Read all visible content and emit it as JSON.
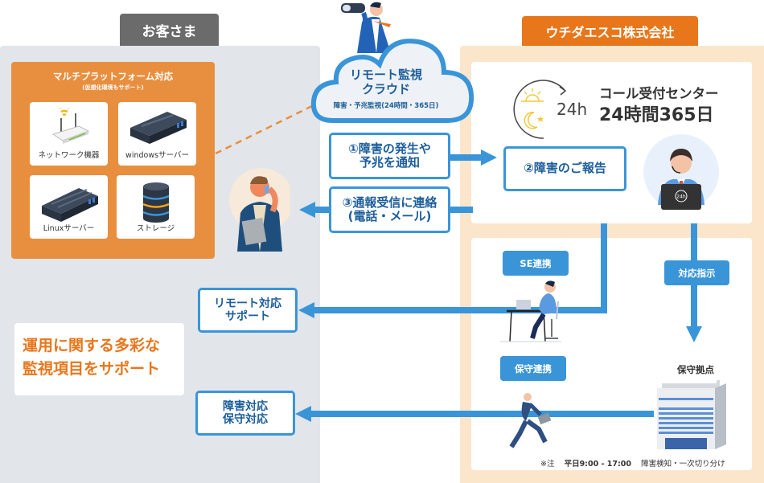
{
  "customer": {
    "tab_label": "お客さま",
    "platform": {
      "title": "マルチプラットフォーム対応",
      "subtitle": "(仮想化環境もサポート)",
      "devices": [
        {
          "label": "ネットワーク機器",
          "icon": "router-icon"
        },
        {
          "label": "windowsサーバー",
          "icon": "server-icon"
        },
        {
          "label": "Linuxサーバー",
          "icon": "server-icon"
        },
        {
          "label": "ストレージ",
          "icon": "database-icon"
        }
      ]
    },
    "support_text_line1": "運用に関する多彩な",
    "support_text_line2": "監視項目をサポート",
    "remote_support": {
      "line1": "リモート対応",
      "line2": "サポート"
    },
    "fault_support": {
      "line1": "障害対応",
      "line2": "保守対応"
    }
  },
  "cloud": {
    "title_line1": "リモート監視",
    "title_line2": "クラウド",
    "subtitle": "障害・予兆監視(24時間・365日)"
  },
  "flow": {
    "step1": {
      "line1": "①障害の発生や",
      "line2": "予兆を通知"
    },
    "step2": "②障害のご報告",
    "step3": {
      "line1": "③通報受信に連絡",
      "line2": "(電話・メール)"
    }
  },
  "company": {
    "tab_label": "ウチダエスコ株式会社",
    "call_center": {
      "icon_text": "24h",
      "title": "コール受付センター",
      "subtitle": "24時間365日"
    },
    "se_link": "SE連携",
    "instruction": "対応指示",
    "maintenance_link": "保守連携",
    "maintenance_base": "保守拠点",
    "note": {
      "prefix": "※注",
      "hours": "平日9:00 - 17:00",
      "scope": "障害検知・一次切り分け"
    }
  },
  "colors": {
    "accent_blue": "#3a95d8",
    "text_blue": "#1c5d9a",
    "orange": "#e8761a",
    "platform_orange": "#e88f3f",
    "customer_gray": "#6b6b6b",
    "panel_gray": "#e2e5e9",
    "panel_peach": "#fbe6cc"
  }
}
